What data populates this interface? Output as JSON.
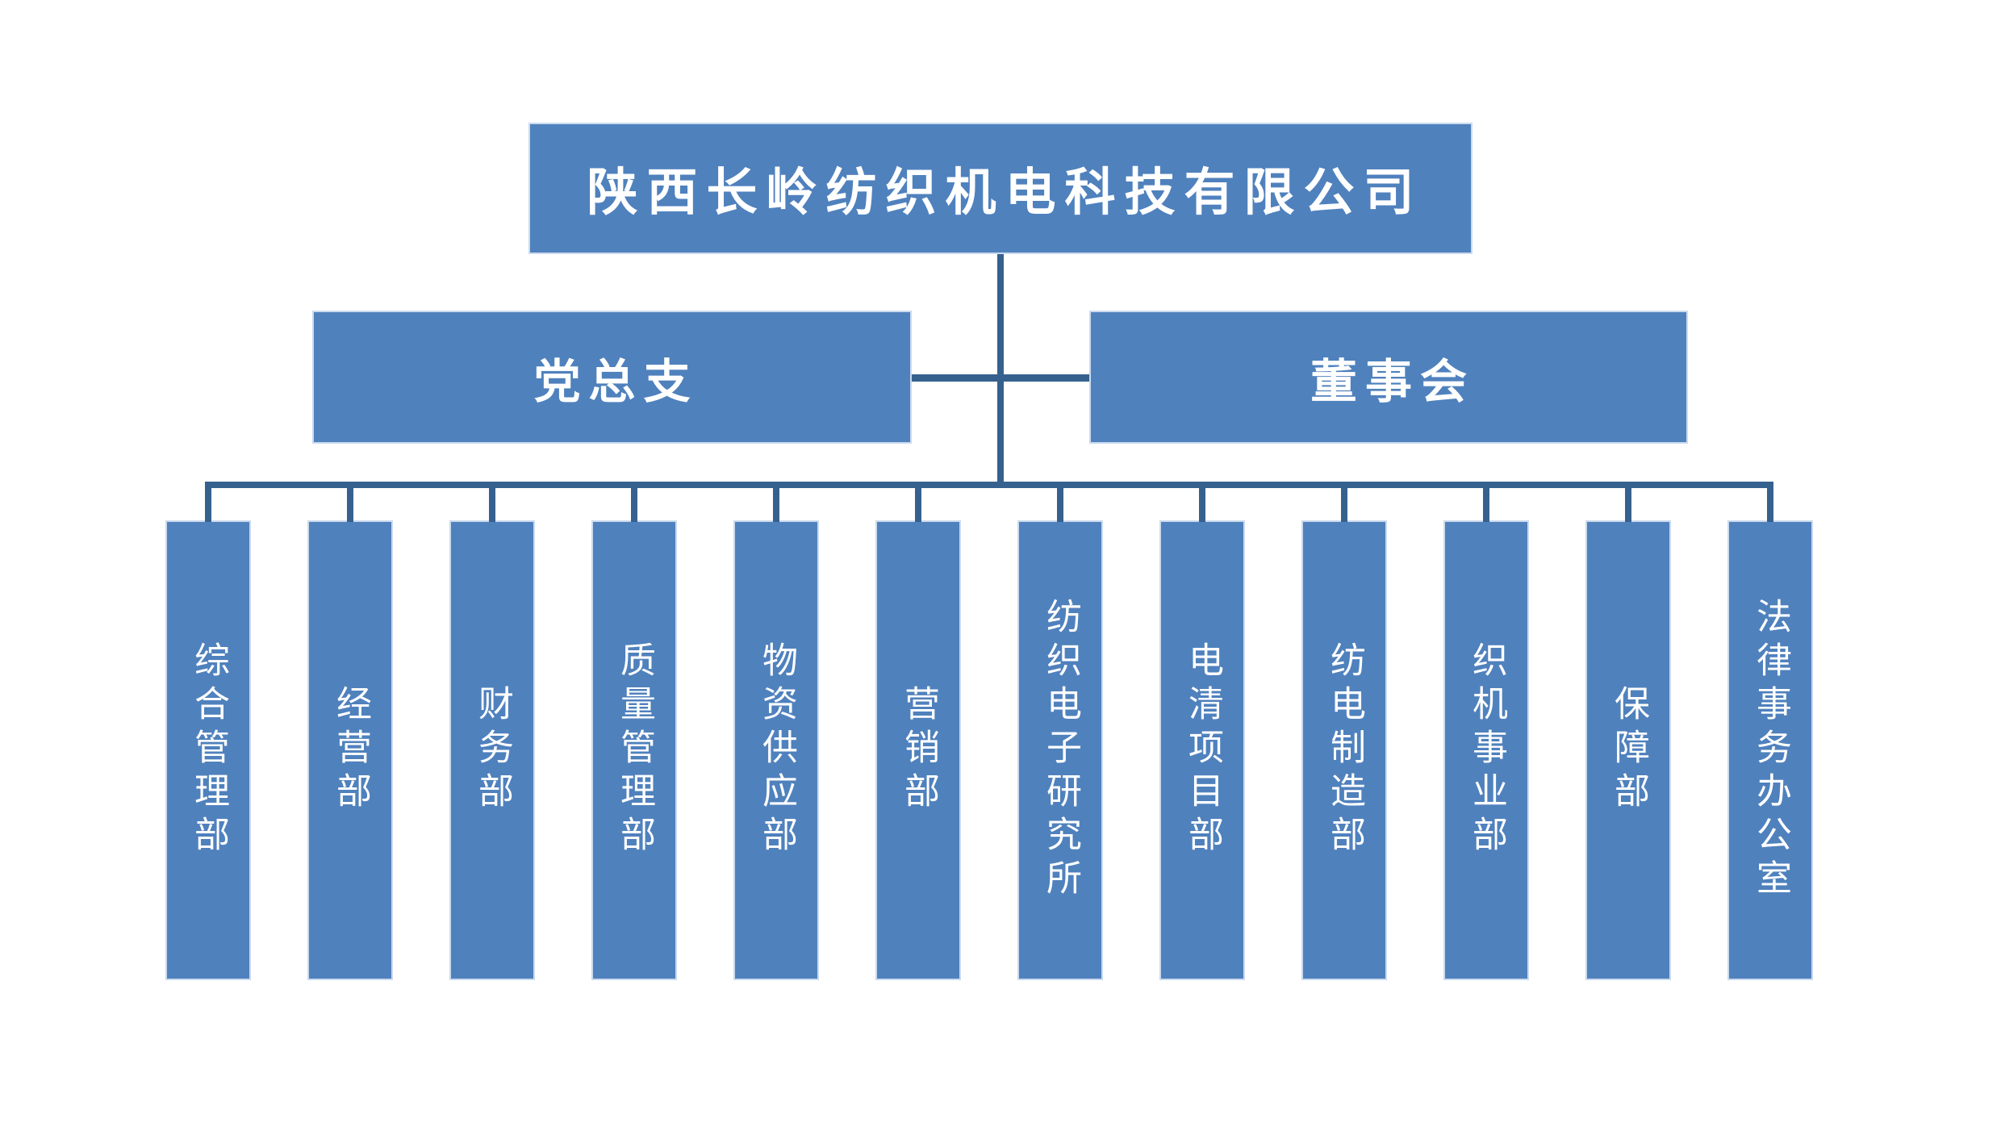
{
  "org_chart": {
    "title": "陕西长岭纺织机电科技有限公司",
    "level2": {
      "left": "党总支",
      "right": "董事会"
    },
    "departments": [
      "综合管理部",
      "经营部",
      "财务部",
      "质量管理部",
      "物资供应部",
      "营销部",
      "纺织电子研究所",
      "电清项目部",
      "纺电制造部",
      "织机事业部",
      "保障部",
      "法律事务办公室"
    ],
    "colors": {
      "background": "#FFFFFF",
      "box_fill": "#4F81BD",
      "box_border": "#CBDAEE",
      "connector": "#36618E",
      "text": "#FFFFFF"
    }
  }
}
